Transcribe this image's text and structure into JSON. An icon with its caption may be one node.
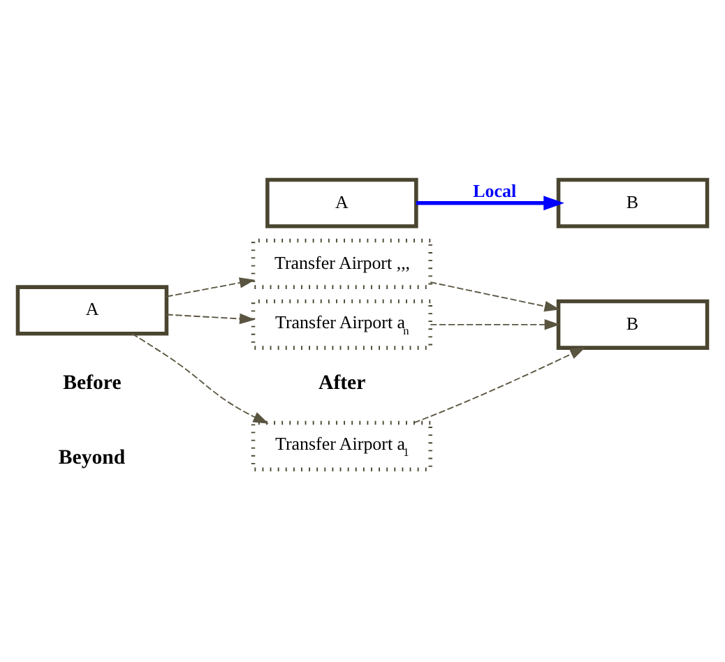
{
  "diagram": {
    "nodes": [
      {
        "text": [
          "A"
        ]
      },
      {
        "text": [
          "B"
        ]
      },
      {
        "text": [
          "Transfer Airport a$_{1}$"
        ]
      },
      {
        "text": [
          "Transfer Airport ,,,"
        ]
      },
      {
        "text": [
          "Transfer Airport a$_{n}$"
        ]
      },
      {
        "text": [
          "A"
        ]
      },
      {
        "text": [
          "B"
        ]
      }
    ],
    "edges": [
      {
        "from": 0,
        "to": 2,
        "arrow": "to",
        "style": "dashed"
      },
      {
        "from": 0,
        "to": 3,
        "arrow": "to",
        "style": "dashed"
      },
      {
        "from": 0,
        "to": 4,
        "arrow": "to",
        "style": "dashed"
      },
      {
        "from": 2,
        "to": 1,
        "arrow": "to",
        "style": "dashed"
      },
      {
        "from": 3,
        "to": 1,
        "arrow": "to",
        "style": "dashed"
      },
      {
        "from": 4,
        "to": 1,
        "arrow": "to",
        "style": "dashed"
      },
      {
        "from": 5,
        "to": 6,
        "arrow": "to",
        "label": "Local",
        "style": "thick",
        "color": "#0000ff"
      }
    ],
    "labels": [
      "Before",
      "Beyond",
      "After"
    ]
  }
}
